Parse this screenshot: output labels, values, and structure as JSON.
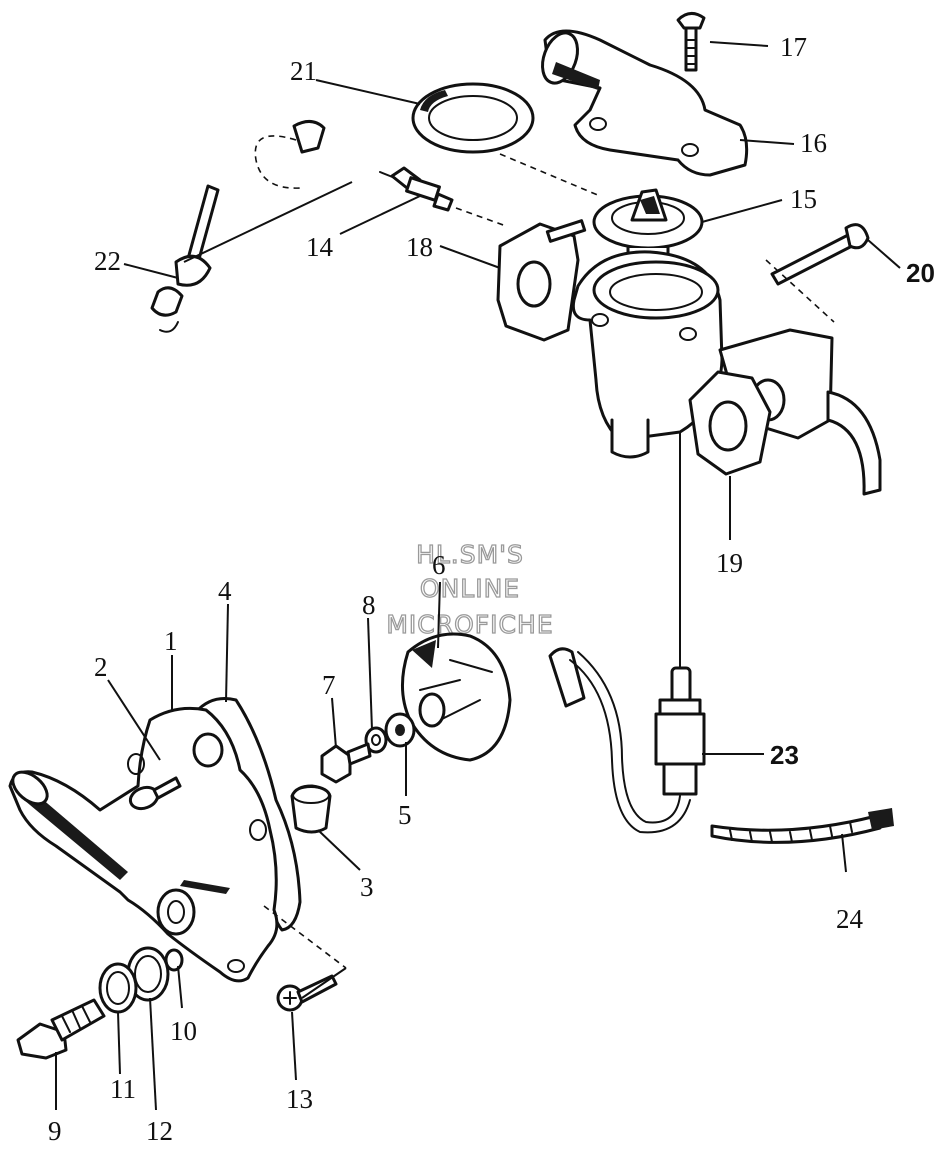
{
  "watermark": {
    "line1": "HL.SM'S",
    "line2": "ONLINE",
    "line3": "MICROFICHE"
  },
  "callouts": {
    "c1": "1",
    "c2": "2",
    "c3": "3",
    "c4": "4",
    "c5": "5",
    "c6": "6",
    "c7": "7",
    "c8": "8",
    "c9": "9",
    "c10": "10",
    "c11": "11",
    "c12": "12",
    "c13": "13",
    "c14": "14",
    "c15": "15",
    "c16": "16",
    "c17": "17",
    "c18": "18",
    "c19": "19",
    "c20": "20",
    "c21": "21",
    "c22": "22",
    "c23": "23",
    "c24": "24"
  }
}
